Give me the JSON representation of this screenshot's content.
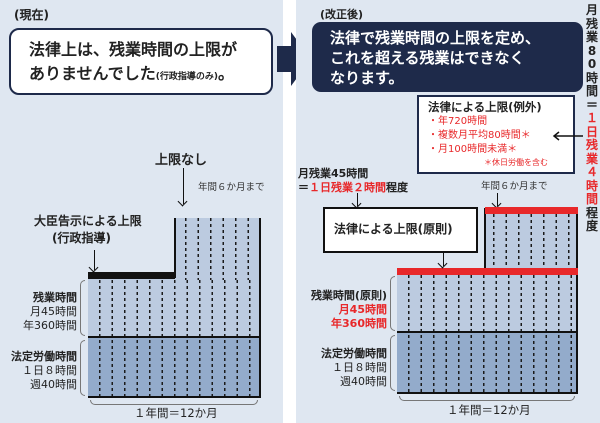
{
  "before": {
    "heading": "(現在)",
    "message_line1": "法律上は、残業時間の上限が",
    "message_line2": "ありませんでした",
    "message_note": "(行政指導のみ)",
    "message_end": "。",
    "no_limit": "上限なし",
    "six_months": "年間６か月まで",
    "ministerial_limit": "大臣告示による上限",
    "admin_guidance": "(行政指導)",
    "overtime_label": "残業時間",
    "overtime_month": "月45時間",
    "overtime_year": "年360時間",
    "statutory_label": "法定労働時間",
    "statutory_day": "１日８時間",
    "statutory_week": "週40時間",
    "year_label": "１年間＝12か月"
  },
  "after": {
    "heading": "(改正後)",
    "message_line1": "法律で残業時間の上限を定め、",
    "message_line2": "これを超える残業はできなく",
    "message_line3": "なります。",
    "exception_title": "法律による上限(例外)",
    "exception_items": [
      "・年720時間",
      "・複数月平均80時間＊",
      "・月100時間未満＊"
    ],
    "exception_note": "＊休日労働を含む",
    "monthly45_line1": "月残業45時間",
    "monthly45_eq": "＝",
    "monthly45_red": "１日残業２時間",
    "monthly45_end": "程度",
    "six_months": "年間６か月まで",
    "principle_limit": "法律による上限(原則)",
    "overtime_label": "残業時間(原則)",
    "overtime_month": "月45時間",
    "overtime_year": "年360時間",
    "statutory_label": "法定労働時間",
    "statutory_day": "１日８時間",
    "statutory_week": "週40時間",
    "year_label": "１年間＝12か月",
    "side_black": "月残業80時間＝",
    "side_red": "１日残業４時間",
    "side_end": "程度"
  },
  "colors": {
    "navy": "#1e2a4a",
    "red": "#e8282a",
    "overtime": "#bccbe0",
    "statutory": "#93abcb"
  }
}
